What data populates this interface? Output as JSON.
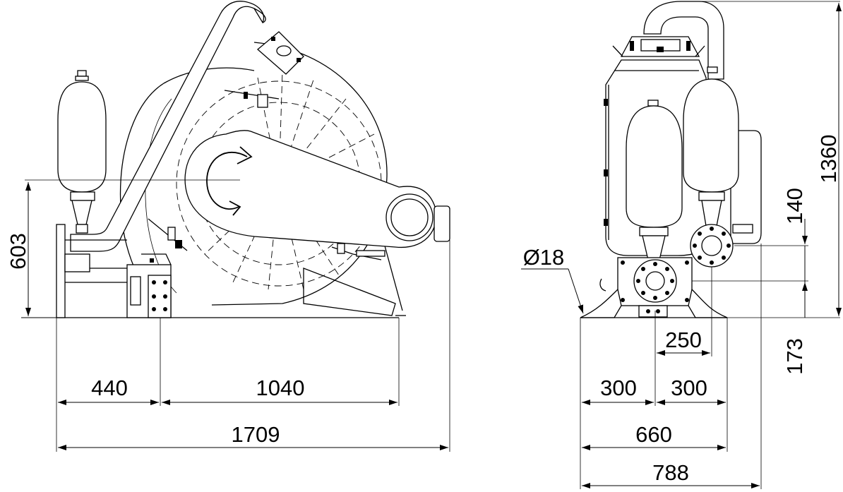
{
  "dimensions": {
    "left_height": "603",
    "left_offset": "440",
    "drum_span": "1040",
    "overall_length": "1709",
    "hole_diameter": "Ø18",
    "outlet_offset": "250",
    "half_width_left": "300",
    "half_width_right": "300",
    "width_inner": "660",
    "width_overall": "788",
    "total_height": "1360",
    "flange_height": "140",
    "inlet_height": "173"
  }
}
